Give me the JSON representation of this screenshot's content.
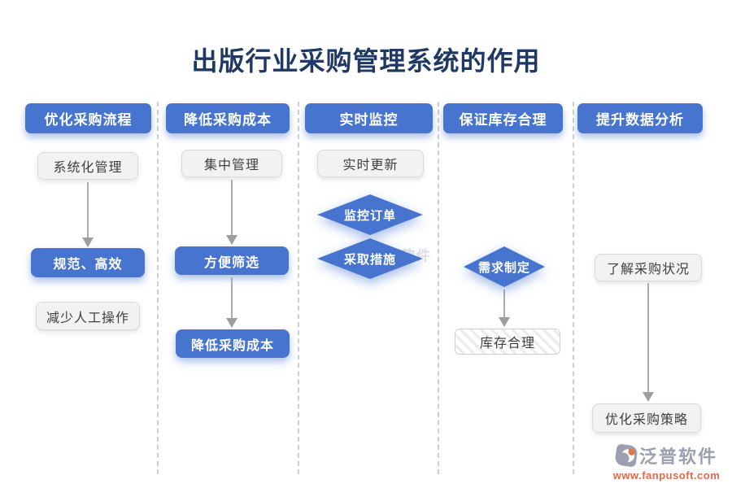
{
  "title": "出版行业采购管理系统的作用",
  "columns": [
    {
      "header": "优化采购流程",
      "nodes": [
        {
          "label": "系统化管理",
          "type": "gray"
        },
        {
          "label": "规范、高效",
          "type": "blue"
        },
        {
          "label": "减少人工操作",
          "type": "gray"
        }
      ]
    },
    {
      "header": "降低采购成本",
      "nodes": [
        {
          "label": "集中管理",
          "type": "gray"
        },
        {
          "label": "方便筛选",
          "type": "blue"
        },
        {
          "label": "降低采购成本",
          "type": "blue"
        }
      ]
    },
    {
      "header": "实时监控",
      "nodes": [
        {
          "label": "实时更新",
          "type": "gray"
        },
        {
          "label": "监控订单",
          "type": "diamond"
        },
        {
          "label": "采取措施",
          "type": "diamond"
        }
      ]
    },
    {
      "header": "保证库存合理",
      "nodes": [
        {
          "label": "需求制定",
          "type": "diamond"
        },
        {
          "label": "库存合理",
          "type": "hatched"
        }
      ]
    },
    {
      "header": "提升数据分析",
      "nodes": [
        {
          "label": "了解采购状况",
          "type": "gray"
        },
        {
          "label": "优化采购策略",
          "type": "gray"
        }
      ]
    }
  ],
  "watermark": {
    "text": "泛普软件"
  },
  "footer": {
    "brand": "泛普软件",
    "url": "www.fanpusoft.com"
  },
  "colors": {
    "accent_blue": "#4674CE",
    "title_navy": "#1F3864",
    "gray_node_bg": "#F2F2F2",
    "url_orange": "#E06A45",
    "brand_gray": "#9AA0AD"
  }
}
